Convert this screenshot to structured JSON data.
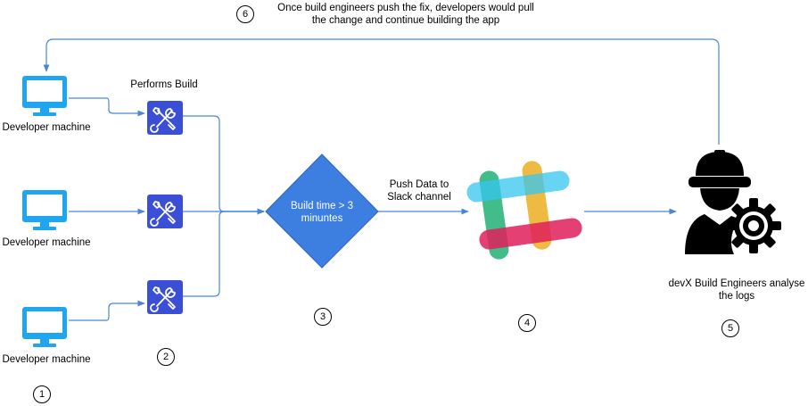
{
  "note": {
    "number": "6",
    "line1": "Once build engineers push the fix, developers would pull",
    "line2": "the change and continue building the app"
  },
  "developers": [
    {
      "label": "Developer machine"
    },
    {
      "label": "Developer machine"
    },
    {
      "label": "Developer machine"
    }
  ],
  "build": {
    "label": "Performs Build"
  },
  "decision": {
    "line1": "Build time > 3",
    "line2": "minuntes"
  },
  "edge_push": {
    "line1": "Push Data to",
    "line2": "Slack channel"
  },
  "engineers": {
    "line1": "devX Build Engineers analyse",
    "line2": "the logs"
  },
  "steps": [
    "1",
    "2",
    "3",
    "4",
    "5"
  ],
  "icons": {
    "developer": "monitor-icon",
    "build": "tools-icon",
    "slack": "slack-logo",
    "engineer": "engineer-gear-icon"
  },
  "colors": {
    "arrow": "#4a86d8",
    "monitor": "#1ea7f0",
    "tools_bg": "#3b4fd6",
    "diamond": "#3d7fe0",
    "slack_blue": "#36c5f0",
    "slack_green": "#2eb67d",
    "slack_red": "#e01e5a",
    "slack_yellow": "#ecb22e"
  }
}
